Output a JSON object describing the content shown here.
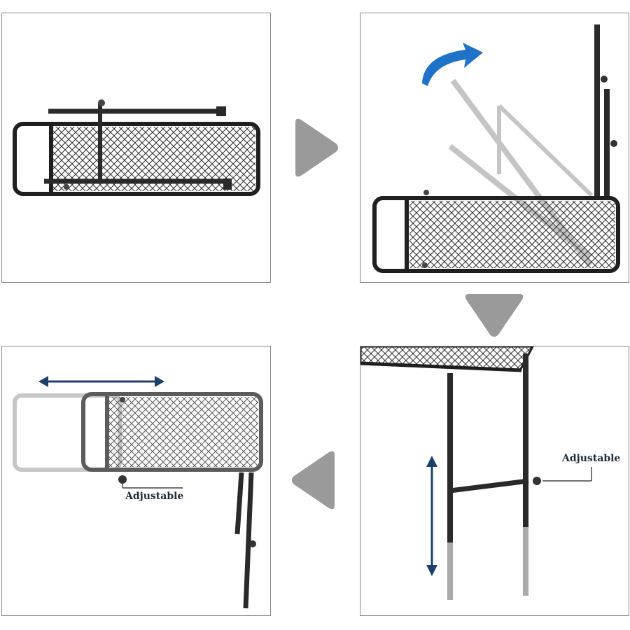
{
  "panels": [
    {
      "id": "step-1-folded"
    },
    {
      "id": "step-2-unfold-legs"
    },
    {
      "id": "step-3-adjust-height",
      "label": "Adjustable"
    },
    {
      "id": "step-4-adjust-extension",
      "label": "Adjustable"
    }
  ],
  "colors": {
    "frame": "#1f1f1f",
    "frame_ghost": "#bdbdbd",
    "mesh": "#3a3a3a",
    "nav_arrow": "#9a9a9a",
    "motion_arrow": "#1e73c8",
    "dimension_arrow": "#1f3f6b"
  },
  "icons": [
    "chevron-right-icon",
    "chevron-down-icon",
    "chevron-left-icon",
    "curved-arrow-icon",
    "double-arrow-icon"
  ]
}
